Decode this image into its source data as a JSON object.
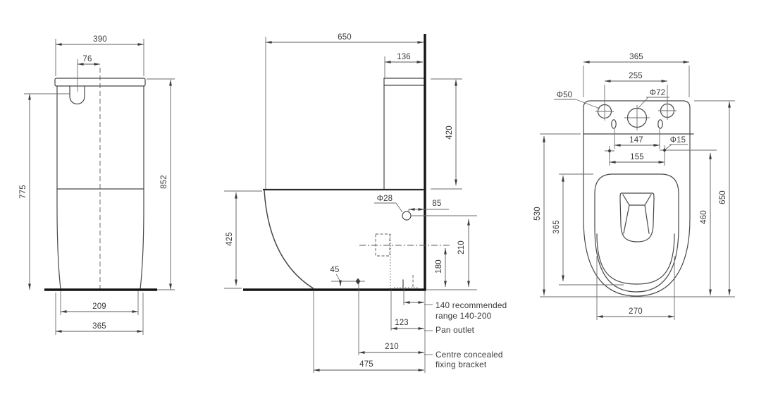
{
  "drawing": {
    "front_view": {
      "dims": {
        "lid_width": "390",
        "flush_offset": "76",
        "valve_height": "775",
        "overall_height": "852",
        "foot_width": "209",
        "base_width": "365"
      }
    },
    "side_view": {
      "dims": {
        "overall_depth": "650",
        "cistern_depth": "136",
        "cistern_height": "420",
        "bowl_height": "425",
        "inlet_diameter": "Φ28",
        "inlet_offset": "85",
        "inlet_height": "210",
        "bracket_height": "180",
        "bracket_floor_gap": "45",
        "outlet_setout": "140",
        "outlet_offset": "123",
        "bracket_setout": "210",
        "overall_setout": "475"
      },
      "labels": {
        "setout_note_line1": "140 recommended",
        "setout_note_line2": "range 140-200",
        "pan_outlet": "Pan outlet",
        "bracket_note_line1": "Centre concealed",
        "bracket_note_line2": "fixing bracket"
      }
    },
    "top_view": {
      "dims": {
        "rim_width": "365",
        "hole_spacing": "255",
        "side_hole_diameter": "Φ50",
        "centre_hole_diameter": "Φ72",
        "slot_spacing": "147",
        "fixing_hole_diameter": "Φ15",
        "fixing_spacing": "155",
        "rim_depth": "530",
        "opening_depth": "365",
        "opening_width": "270",
        "fixing_to_rear": "460",
        "overall_depth": "650"
      }
    }
  }
}
